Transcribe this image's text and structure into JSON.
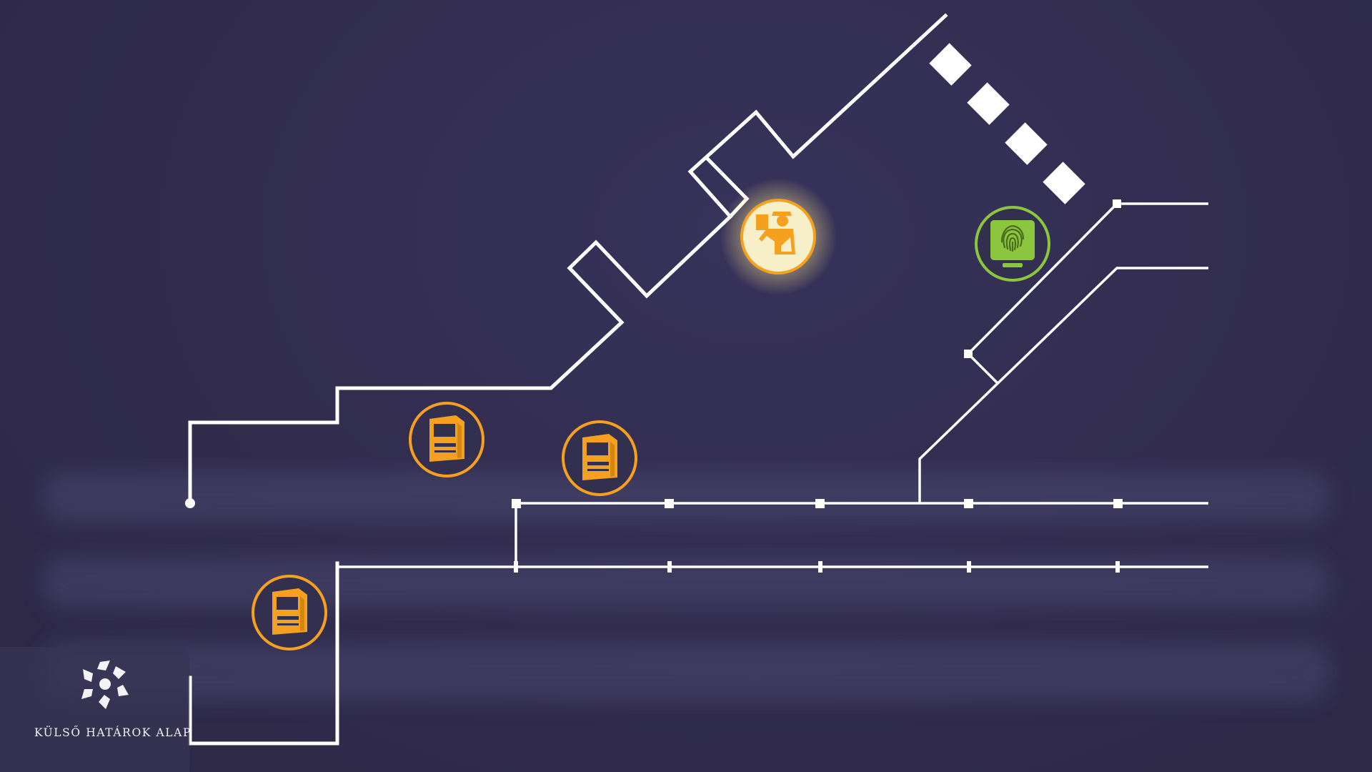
{
  "logo": {
    "text": "KÜLSŐ HATÁROK ALAP",
    "mark_icon": "recycle-star-logo"
  },
  "colors": {
    "background": "#332f4f",
    "walls": "#ffffff",
    "service_orange": "#f5a11f",
    "biometric_green": "#8cc63f",
    "highlight_glow": "#fff7b0"
  },
  "map_icons": [
    {
      "name": "ticket-machine-icon",
      "color": "orange"
    },
    {
      "name": "ticket-machine-icon",
      "color": "orange"
    },
    {
      "name": "ticket-machine-icon",
      "color": "orange"
    },
    {
      "name": "border-officer-icon",
      "color": "orange",
      "highlighted": true
    },
    {
      "name": "fingerprint-scanner-icon",
      "color": "green"
    }
  ]
}
